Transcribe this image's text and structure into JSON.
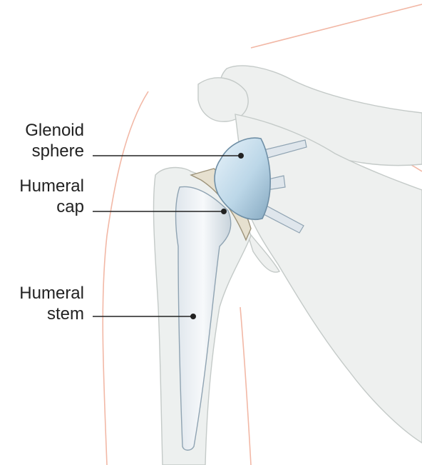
{
  "labels": {
    "glenoid_sphere": {
      "line1": "Glenoid",
      "line2": "sphere"
    },
    "humeral_cap": {
      "line1": "Humeral",
      "line2": "cap"
    },
    "humeral_stem": {
      "line1": "Humeral",
      "line2": "stem"
    }
  },
  "colors": {
    "skin_outline": "#f2b8a6",
    "bone_fill": "#ecefee",
    "bone_outline": "#c4cac8",
    "implant_blue": "#bcd7e8",
    "implant_outline": "#6f8fa6",
    "cap_ring": "#e6e0cf",
    "leader_line": "#222222"
  }
}
